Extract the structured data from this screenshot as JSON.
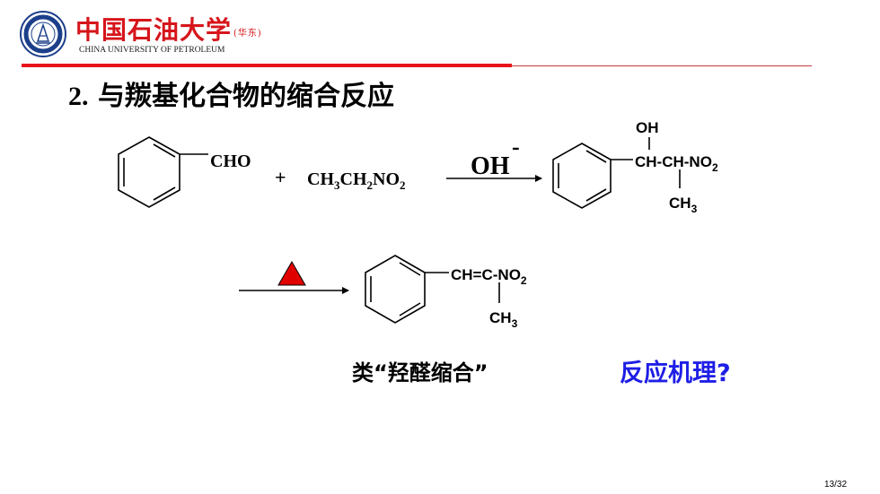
{
  "header": {
    "university_cn": "中国石油大学",
    "campus": "(华东)",
    "university_en": "CHINA UNIVERSITY OF PETROLEUM"
  },
  "slide": {
    "title_number": "2.",
    "title_text": "与羰基化合物的缩合反应",
    "caption": "类“羟醛缩合”",
    "question": "反应机理?",
    "page": "13/32"
  },
  "reaction1": {
    "aldehyde_group": "CHO",
    "plus": "+",
    "reagent_parts": [
      "CH",
      "3",
      "CH",
      "2",
      "NO",
      "2"
    ],
    "catalyst": "OH",
    "catalyst_charge": "-",
    "product_top": "OH",
    "product_chain": "CH-CH-NO",
    "product_chain_sub": "2",
    "product_methyl": "CH",
    "product_methyl_sub": "3"
  },
  "reaction2": {
    "condition": "heat-triangle-icon",
    "product_chain": "CH=C-NO",
    "product_chain_sub": "2",
    "product_methyl": "CH",
    "product_methyl_sub": "3"
  },
  "colors": {
    "brand_red": "#d6151b",
    "bar_red": "#e8141b",
    "question_blue": "#1e1ee6",
    "triangle_red": "#e00000"
  }
}
